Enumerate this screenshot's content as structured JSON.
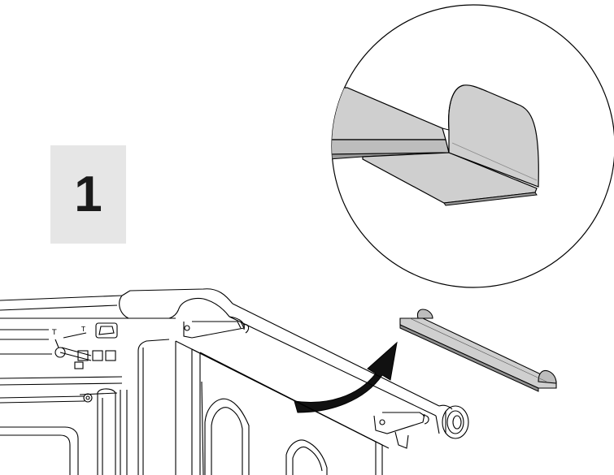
{
  "step": {
    "number": "1"
  },
  "figure": {
    "detail_view": "magnified-end-cap",
    "action": "remove-top-trim-strip",
    "arrow": "curved-arrow-up-right"
  },
  "colors": {
    "line": "#000000",
    "part_fill": "#cfcfcf",
    "part_shadow": "#9a9a9a",
    "step_box": "#e6e6e6",
    "arrow": "#111111"
  }
}
